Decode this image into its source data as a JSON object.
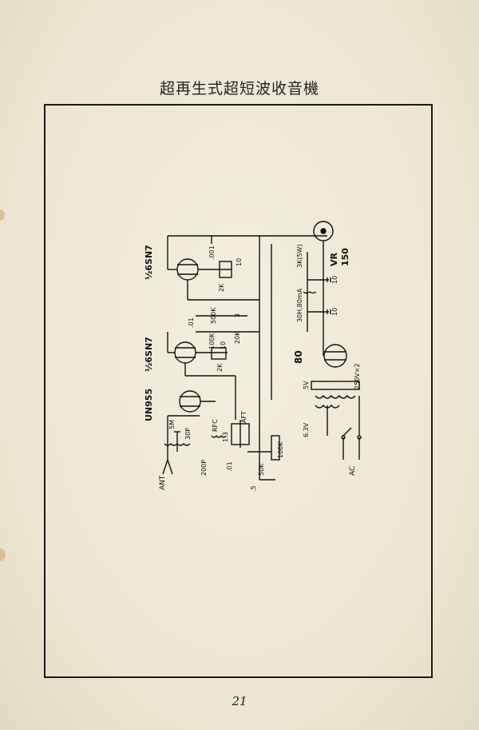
{
  "page": {
    "title": "超再生式超短波收音機",
    "page_number": "21"
  },
  "schematic": {
    "labels": {
      "tube1": "½6SN7",
      "tube2": "½6SN7",
      "tube3": "UN955",
      "rect": "80",
      "vr": "VR",
      "vr_val": "150",
      "ant": "ANT",
      "ac": "AC",
      "aft": "AFT",
      "ratio": "1:3",
      "rfc": "RFC",
      "c200p": "200P",
      "c30p": "30P",
      "r5m": "5M",
      "c001": ".001",
      "c10a": "10",
      "r2ka": "2K",
      "c01a": ".01",
      "r500k": "500K",
      "c3": "3",
      "r100ka": "100K",
      "r20k": "20K",
      "c10b": "10",
      "r2kb": "2K",
      "c01b": ".01",
      "r50k": "50K",
      "r100kb": "100K",
      "c5": ".5",
      "choke": "30H,80mA",
      "r3k": "3K(5W)",
      "c10c": "10",
      "c10d": "10",
      "v5": "5V",
      "v63": "6.3V",
      "v250": "250V×2"
    }
  }
}
